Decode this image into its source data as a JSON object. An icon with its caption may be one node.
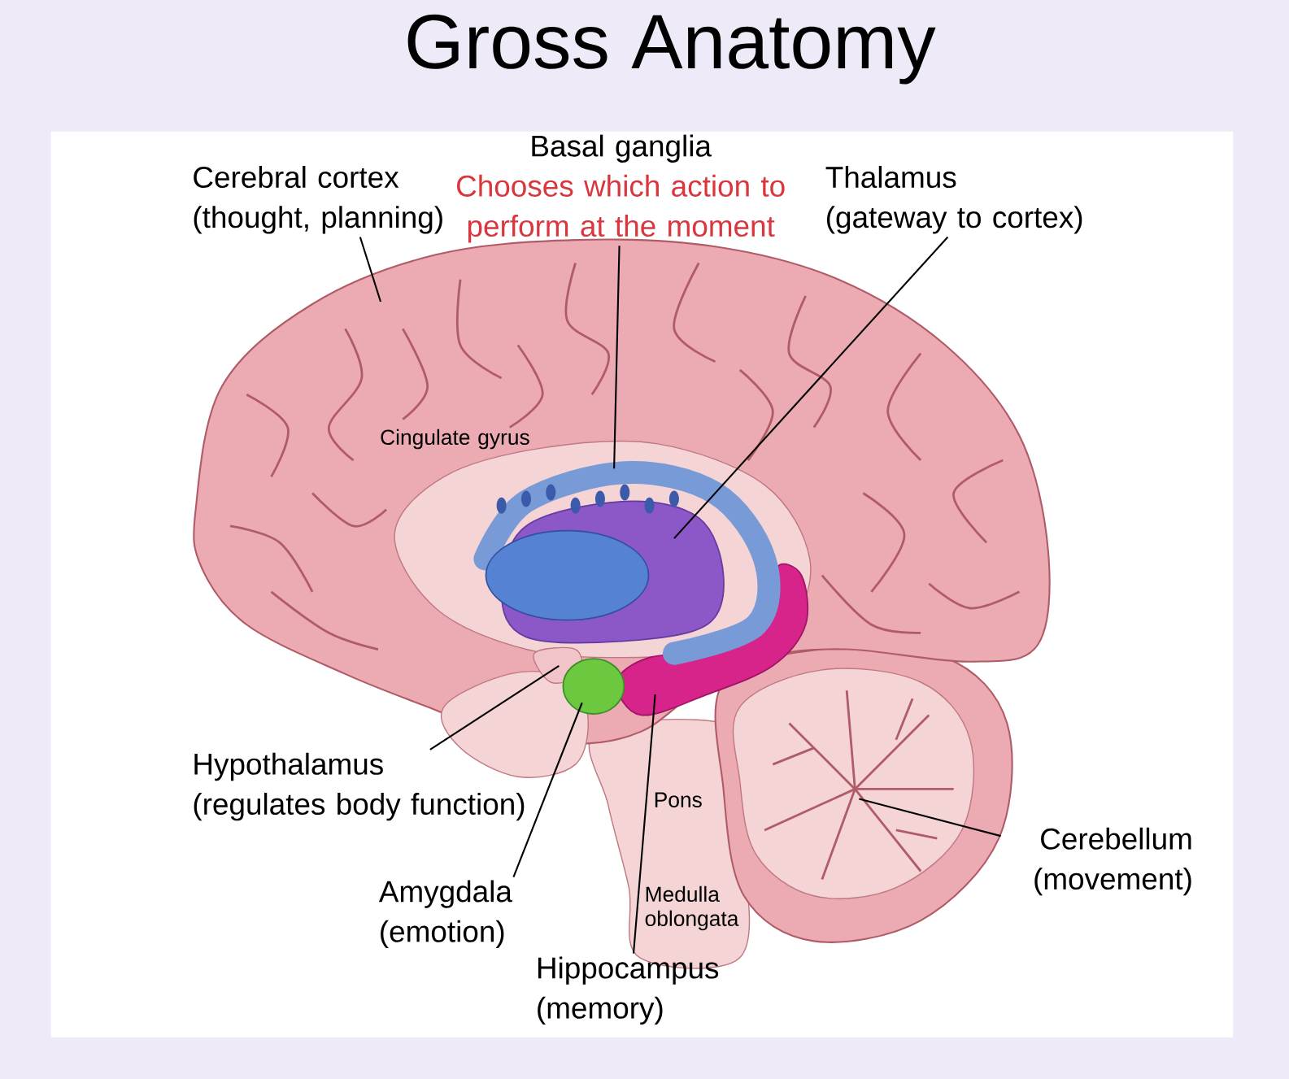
{
  "diagram": {
    "title": "Gross Anatomy",
    "nodes": [
      {
        "text": [
          "Cerebral cortex",
          "(thought, planning)"
        ]
      },
      {
        "text": [
          "Basal ganglia",
          "Chooses which action to perform at the moment"
        ]
      },
      {
        "text": [
          "Thalamus",
          "(gateway to cortex)"
        ]
      },
      {
        "text": [
          "Hypothalamus",
          "(regulates body function)"
        ]
      },
      {
        "text": [
          "Amygdala",
          "(emotion)"
        ]
      },
      {
        "text": [
          "Hippocampus",
          "(memory)"
        ]
      },
      {
        "text": [
          "Cerebellum",
          "(movement)"
        ]
      }
    ],
    "edges": [
      {
        "from": 0,
        "to": null,
        "arrow": "none"
      },
      {
        "from": 1,
        "to": null,
        "arrow": "none"
      },
      {
        "from": 2,
        "to": null,
        "arrow": "none"
      },
      {
        "from": 3,
        "to": null,
        "arrow": "none"
      },
      {
        "from": 4,
        "to": null,
        "arrow": "none"
      },
      {
        "from": 5,
        "to": null,
        "arrow": "none"
      },
      {
        "from": 6,
        "to": null,
        "arrow": "none"
      }
    ],
    "labels": [
      "Cingulate gyrus",
      "Pons",
      "Medulla oblongata"
    ]
  }
}
